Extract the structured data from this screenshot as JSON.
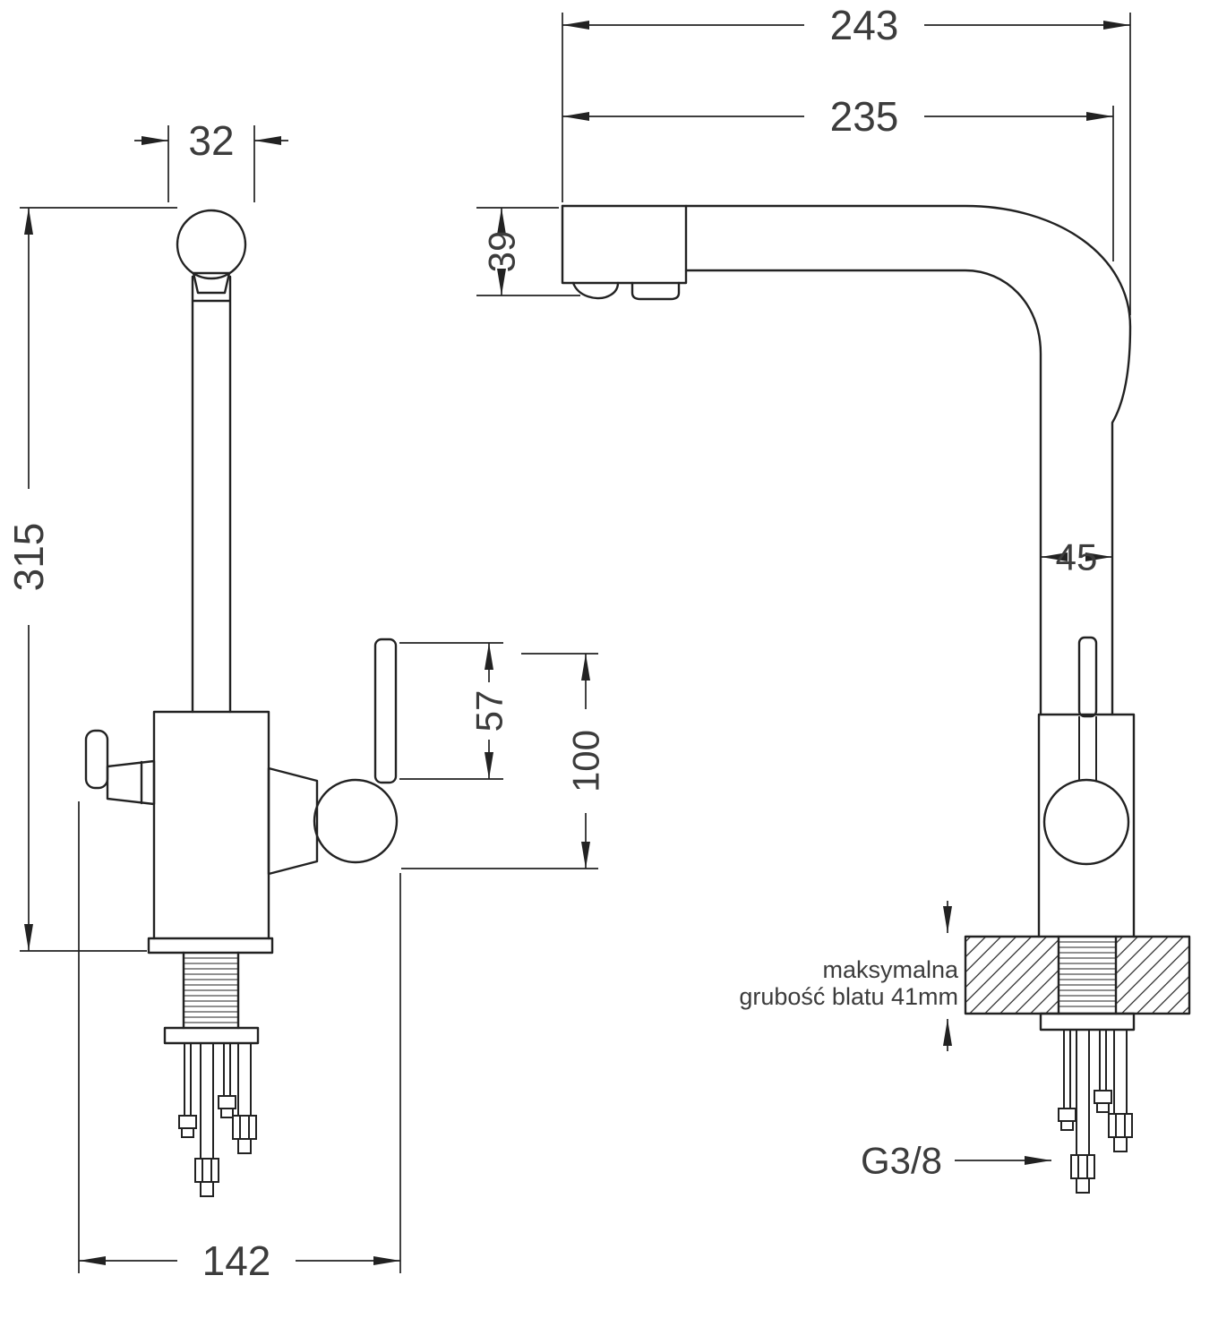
{
  "drawing": {
    "type": "faucet technical drawing",
    "dimensions": {
      "overall_depth": "243",
      "spout_reach": "235",
      "spout_top_width": "32",
      "spout_head_height": "39",
      "total_height": "315",
      "pipe_width": "45",
      "lever_height": "57",
      "handle_zone_height": "100",
      "base_span": "142"
    },
    "labels": {
      "thread": "G3/8",
      "counter_note_line1": "maksymalna",
      "counter_note_line2": "grubość blatu 41mm"
    },
    "colors": {
      "line": "#222222",
      "text": "#3c3c3c",
      "background": "#ffffff"
    }
  }
}
